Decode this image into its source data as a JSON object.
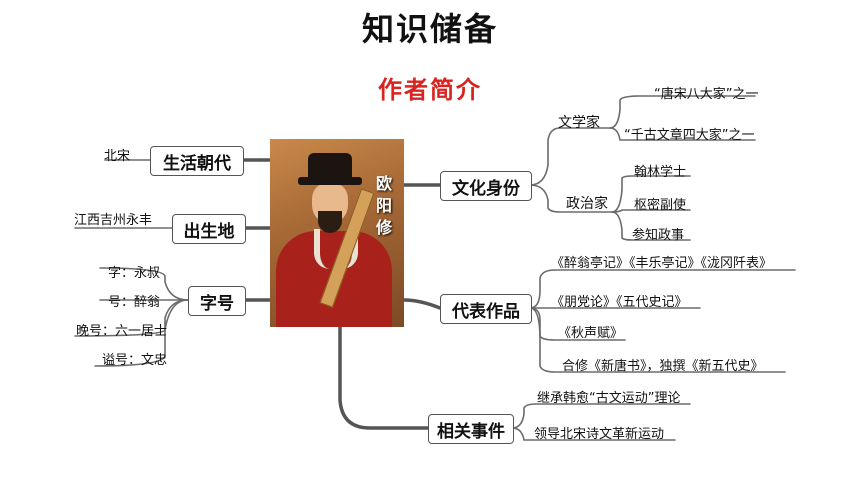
{
  "page": {
    "title": "知识储备",
    "subtitle": "作者简介"
  },
  "portrait": {
    "label": "欧阳修"
  },
  "left": {
    "era": {
      "label": "生活朝代",
      "items": [
        "北宋"
      ]
    },
    "birthplace": {
      "label": "出生地",
      "items": [
        "江西吉州永丰"
      ]
    },
    "names": {
      "label": "字号",
      "items": [
        "字：永叔",
        "号：醉翁",
        "晚号：六一居士",
        "谥号：文忠"
      ]
    }
  },
  "right": {
    "identity": {
      "label": "文化身份",
      "literary": {
        "label": "文学家",
        "items": [
          "“唐宋八大家”之一",
          "“千古文章四大家”之一"
        ]
      },
      "political": {
        "label": "政治家",
        "items": [
          "翰林学士",
          "枢密副使",
          "参知政事"
        ]
      }
    },
    "works": {
      "label": "代表作品",
      "items": [
        "《醉翁亭记》《丰乐亭记》《泷冈阡表》",
        "《朋党论》《五代史记》",
        "《秋声赋》",
        "合修《新唐书》，独撰《新五代史》"
      ]
    },
    "events": {
      "label": "相关事件",
      "items": [
        "继承韩愈“古文运动”理论",
        "领导北宋诗文革新运动"
      ]
    }
  }
}
